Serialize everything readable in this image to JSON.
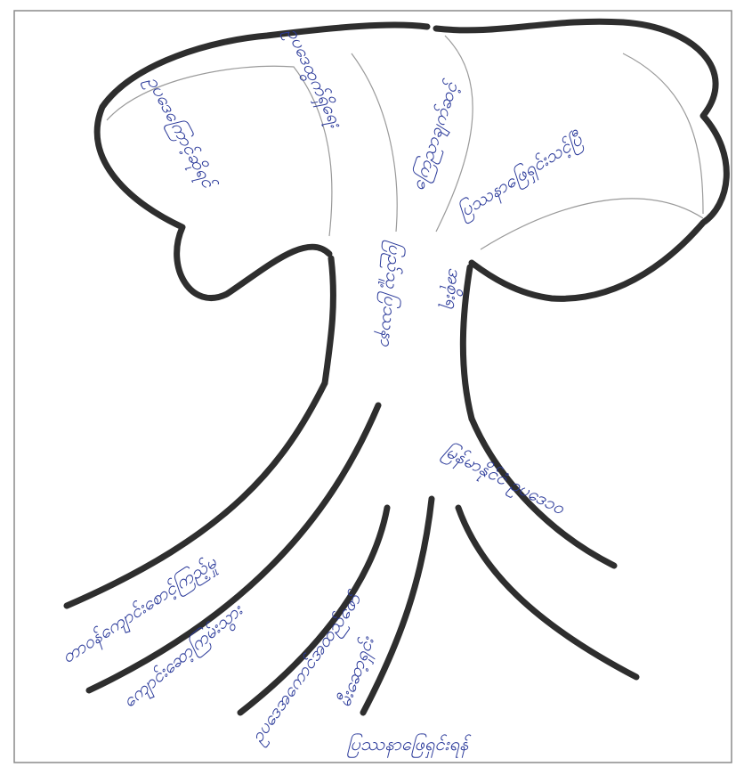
{
  "diagram": {
    "type": "problem-tree",
    "ink_color": "#2b3a9a",
    "outline_color": "#2e2e2e",
    "crown": {
      "labels": [
        "ဥပဒေကြောင့်ဆိုရင်",
        "ဥပဒေထွက်ရှိရေး",
        "ကြေညာချက်ဆင့်",
        "ပြဿနာဖြေရှင်းသင့်ပြီ"
      ]
    },
    "trunk": {
      "labels": [
        "ပြည်သူ့ပြဿနာ",
        "အစိုးရ"
      ]
    },
    "roots": {
      "labels": [
        "တာဝန်ကျောင်းစောင့်ကြည့်မှု",
        "ကျောင်းဆော့ကြမ်းသွား",
        "ဥပဒေအကောင်အထည်ဖော်",
        "မီးဆော့ရှင်း",
        "မြန်မာနိုင်ငံ ဥပဒေ၁၀"
      ]
    },
    "footer": "ပြဿနာဖြေရှင်းရန်"
  }
}
